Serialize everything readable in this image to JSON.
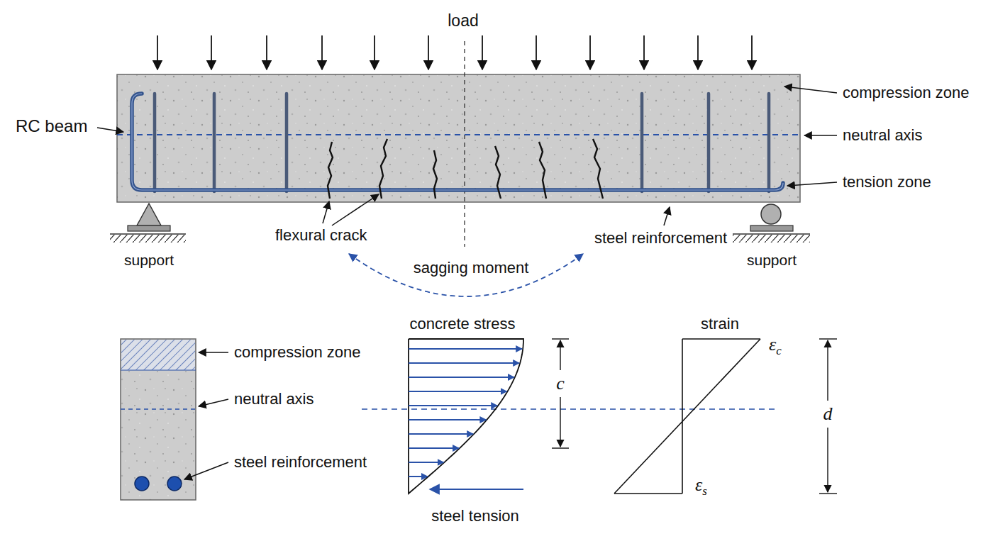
{
  "diagram": {
    "labels": [
      "load",
      "RC beam",
      "compression zone",
      "neutral axis",
      "tension zone",
      "flexural crack",
      "steel reinforcement",
      "support",
      "sagging moment",
      "support",
      "compression zone",
      "neutral axis",
      "steel reinforcement",
      "concrete stress",
      "c",
      "strain",
      "εc",
      "d",
      "εs",
      "steel tension"
    ]
  }
}
